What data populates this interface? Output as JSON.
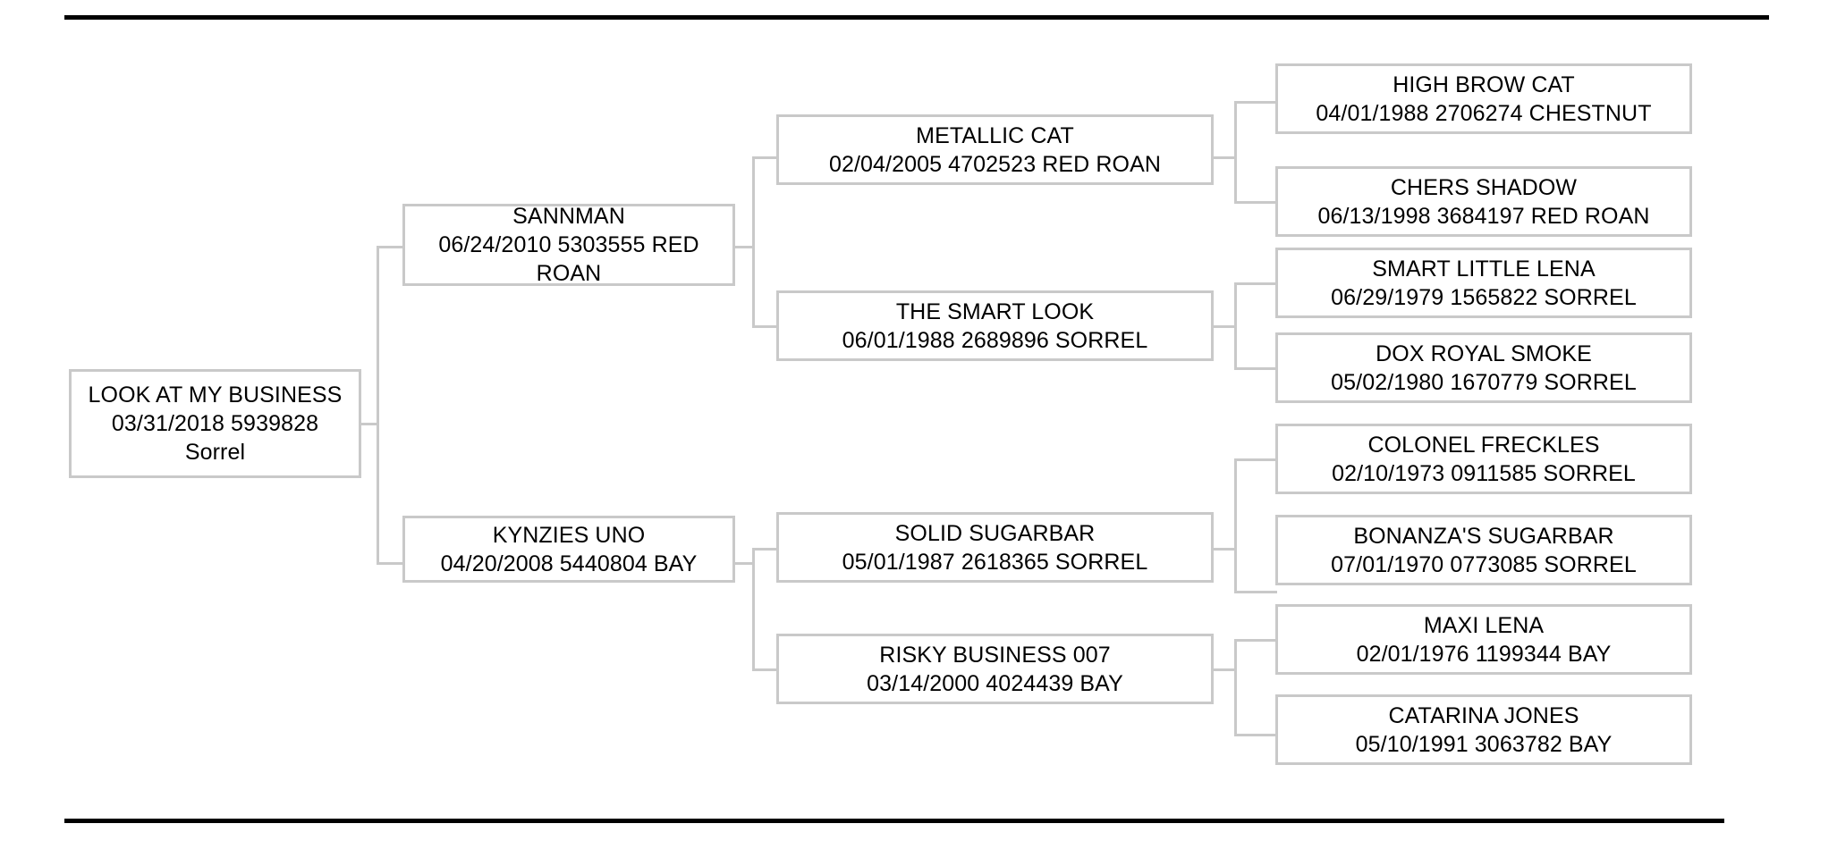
{
  "document": {
    "type": "pedigree-chart",
    "generations": 4,
    "rules": {
      "top": "horizontal-rule",
      "bottom": "horizontal-rule",
      "color": "#000000"
    },
    "box_border_color": "#c9c9c9",
    "text_color": "#000000"
  },
  "pedigree": {
    "root": {
      "name": "LOOK AT MY BUSINESS",
      "details": "03/31/2018 5939828 Sorrel",
      "text": "LOOK AT MY BUSINESS\n03/31/2018 5939828 Sorrel"
    },
    "gen2": [
      {
        "name": "SANNMAN",
        "details": "06/24/2010 5303555 RED ROAN",
        "text": "SANNMAN\n06/24/2010 5303555 RED ROAN"
      },
      {
        "name": "KYNZIES UNO",
        "details": "04/20/2008 5440804 BAY",
        "text": "KYNZIES UNO\n04/20/2008 5440804 BAY"
      }
    ],
    "gen3": [
      {
        "name": "METALLIC CAT",
        "details": "02/04/2005 4702523 RED ROAN",
        "text": "METALLIC CAT\n02/04/2005 4702523 RED ROAN"
      },
      {
        "name": "THE SMART LOOK",
        "details": "06/01/1988 2689896 SORREL",
        "text": "THE SMART LOOK\n06/01/1988 2689896 SORREL"
      },
      {
        "name": "SOLID SUGARBAR",
        "details": "05/01/1987 2618365 SORREL",
        "text": "SOLID SUGARBAR\n05/01/1987 2618365 SORREL"
      },
      {
        "name": "RISKY BUSINESS 007",
        "details": "03/14/2000 4024439 BAY",
        "text": "RISKY BUSINESS 007\n03/14/2000 4024439 BAY"
      }
    ],
    "gen4": [
      {
        "name": "HIGH BROW CAT",
        "details": "04/01/1988 2706274 CHESTNUT",
        "text": "HIGH BROW CAT\n04/01/1988 2706274 CHESTNUT"
      },
      {
        "name": "CHERS SHADOW",
        "details": "06/13/1998 3684197 RED ROAN",
        "text": "CHERS SHADOW\n06/13/1998 3684197 RED ROAN"
      },
      {
        "name": "SMART LITTLE LENA",
        "details": "06/29/1979 1565822 SORREL",
        "text": "SMART LITTLE LENA\n06/29/1979 1565822 SORREL"
      },
      {
        "name": "DOX ROYAL SMOKE",
        "details": "05/02/1980 1670779 SORREL",
        "text": "DOX ROYAL SMOKE\n05/02/1980 1670779 SORREL"
      },
      {
        "name": "COLONEL FRECKLES",
        "details": "02/10/1973 0911585 SORREL",
        "text": "COLONEL FRECKLES\n02/10/1973 0911585 SORREL"
      },
      {
        "name": "BONANZA'S SUGARBAR",
        "details": "07/01/1970 0773085 SORREL",
        "text": "BONANZA'S SUGARBAR\n07/01/1970 0773085 SORREL"
      },
      {
        "name": "MAXI LENA",
        "details": "02/01/1976 1199344 BAY",
        "text": "MAXI LENA\n02/01/1976 1199344 BAY"
      },
      {
        "name": "CATARINA JONES",
        "details": "05/10/1991 3063782 BAY",
        "text": "CATARINA JONES\n05/10/1991 3063782 BAY"
      }
    ]
  }
}
